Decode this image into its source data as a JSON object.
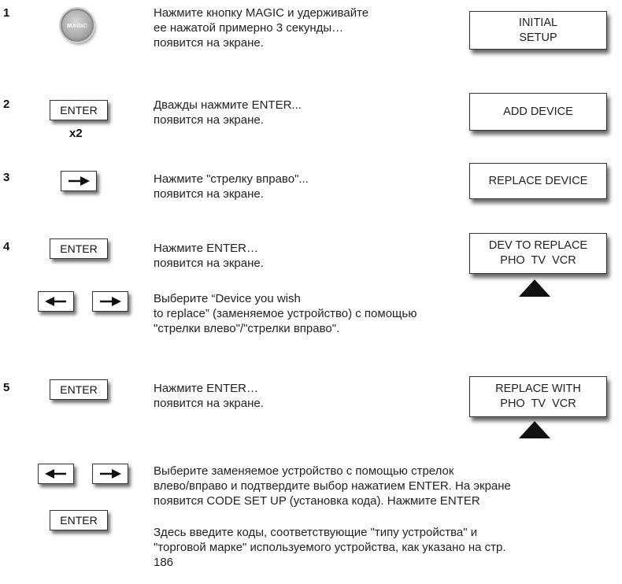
{
  "steps": [
    {
      "number": "1",
      "text": "Нажмите кнопку MAGIC и удерживайте\nее нажатой примерно 3 секунды…\nпоявится на экране.",
      "display": "INITIAL\nSETUP"
    },
    {
      "number": "2",
      "text": "Дважды нажмите ENTER...\nпоявится на экране.",
      "display": "ADD DEVICE"
    },
    {
      "number": "3",
      "text": "Нажмите \"стрелку вправо\"...\nпоявится на экране.",
      "display": "REPLACE DEVICE"
    },
    {
      "number": "4",
      "text": "Нажмите ENTER…\nпоявится на экране.",
      "display_line1": "DEV TO REPLACE",
      "display_line2": "PHO  TV  VCR",
      "text2": "Выберите “Device you wish\nto replace” (заменяемое устройство) с помощью\n\"стрелки влево\"/\"стрелки вправо\"."
    },
    {
      "number": "5",
      "text": "Нажмите ENTER…\nпоявится на экране.",
      "display_line1": "REPLACE WITH",
      "display_line2": "PHO  TV  VCR"
    }
  ],
  "keys": {
    "magic": "MAGIC",
    "enter": "ENTER",
    "times_two": "x2"
  },
  "final_text_1": "Выберите заменяемое устройство с помощью стрелок\nвлево/вправо и подтвердите выбор нажатием ENTER. На экране\nпоявится CODE SET UP (установка кода). Нажмите ENTER",
  "final_text_2": "Здесь введите коды, соответствующие \"типу устройства\" и\n\"торговой марке\" используемого устройства, как указано на стр.\n186"
}
